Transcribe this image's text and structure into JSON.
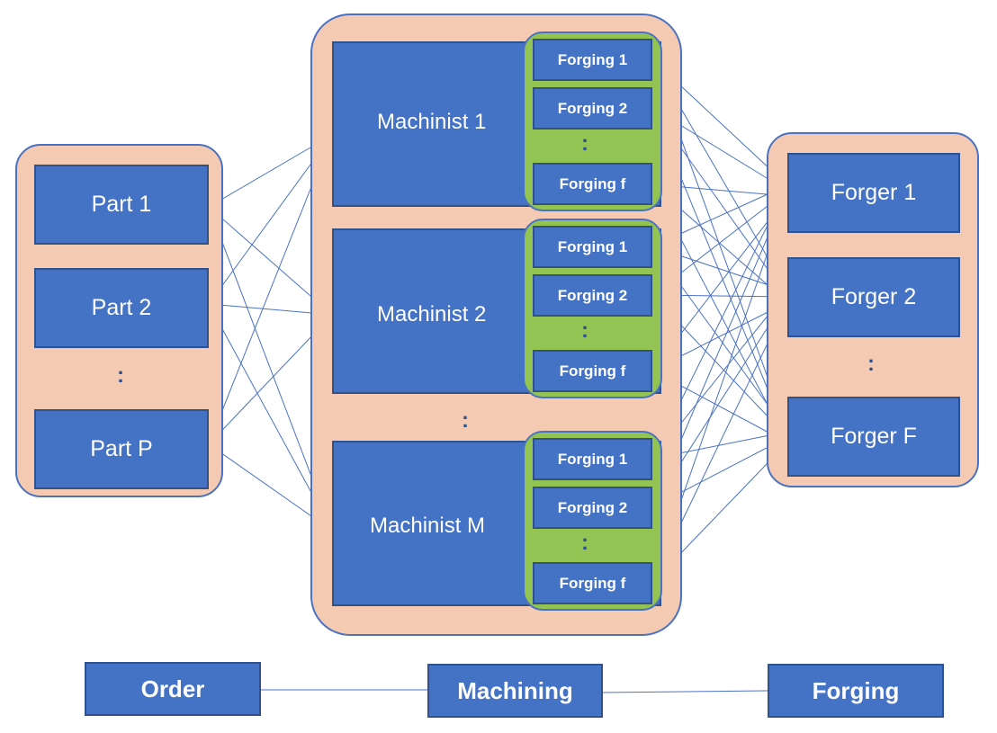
{
  "order_group": {
    "parts": [
      "Part 1",
      "Part 2",
      "Part P"
    ],
    "ellipsis": ":"
  },
  "machining_group": {
    "machinists": [
      {
        "label": "Machinist 1",
        "forgings": [
          "Forging 1",
          "Forging 2",
          "Forging f"
        ]
      },
      {
        "label": "Machinist 2",
        "forgings": [
          "Forging 1",
          "Forging 2",
          "Forging f"
        ]
      },
      {
        "label": "Machinist M",
        "forgings": [
          "Forging 1",
          "Forging 2",
          "Forging f"
        ]
      }
    ],
    "ellipsis": ":",
    "forging_ellipsis": ":"
  },
  "forging_group": {
    "forgers": [
      "Forger 1",
      "Forger 2",
      "Forger F"
    ],
    "ellipsis": ":"
  },
  "stages": {
    "order": "Order",
    "machining": "Machining",
    "forging": "Forging"
  },
  "colors": {
    "group_fill": "#f4cbb2",
    "box_fill": "#4472c4",
    "forging_panel": "#92c353",
    "arrow": "#4a72c4"
  }
}
